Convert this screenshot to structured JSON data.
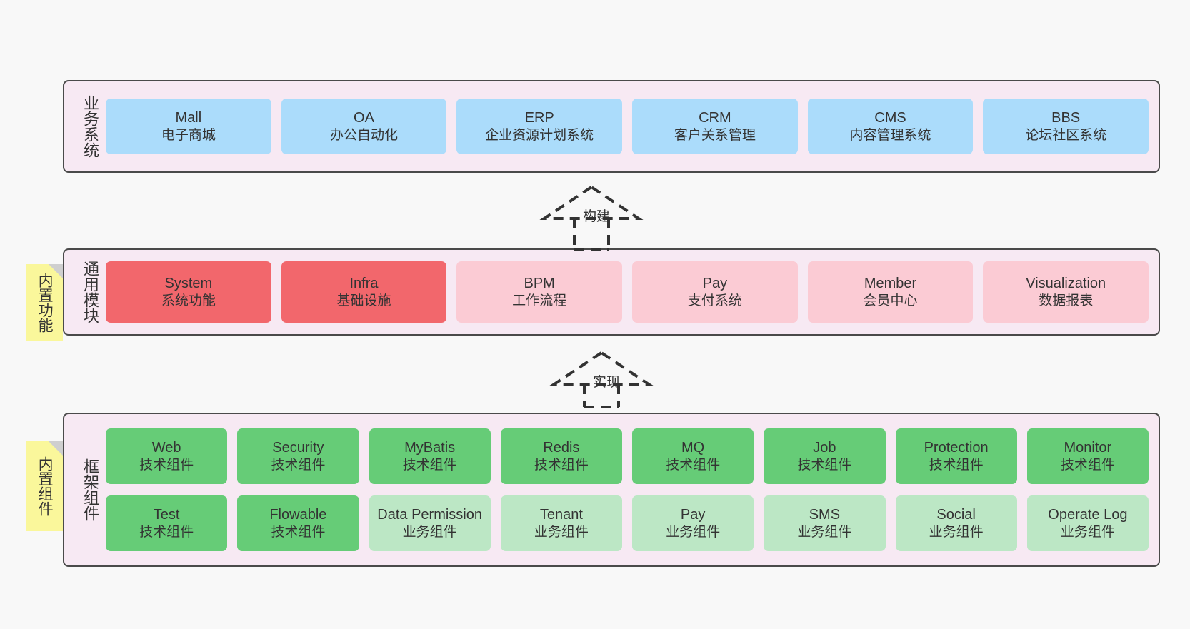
{
  "diagram": {
    "title": "Framework Architecture Layers",
    "colors": {
      "band_bg": "#F7E9F3",
      "band_border": "#4A4A4A",
      "blue": "#ABDCFB",
      "red_strong": "#F2676C",
      "red_soft": "#FBCBD4",
      "green_strong": "#66CC77",
      "green_soft": "#BCE7C5",
      "note_yellow": "#FAF79B",
      "note_fold": "#CFCFCF",
      "page_bg": "#F8F8F8",
      "text": "#333333"
    }
  },
  "sections": {
    "business": {
      "title": "业务系统",
      "cards": [
        {
          "name": "Mall",
          "desc": "电子商城"
        },
        {
          "name": "OA",
          "desc": "办公自动化"
        },
        {
          "name": "ERP",
          "desc": "企业资源计划系统"
        },
        {
          "name": "CRM",
          "desc": "客户关系管理"
        },
        {
          "name": "CMS",
          "desc": "内容管理系统"
        },
        {
          "name": "BBS",
          "desc": "论坛社区系统"
        }
      ]
    },
    "modules": {
      "title": "通用模块",
      "note": "内置功能",
      "cards": [
        {
          "name": "System",
          "desc": "系统功能",
          "tone": "red-strong"
        },
        {
          "name": "Infra",
          "desc": "基础设施",
          "tone": "red-strong"
        },
        {
          "name": "BPM",
          "desc": "工作流程",
          "tone": "red-soft"
        },
        {
          "name": "Pay",
          "desc": "支付系统",
          "tone": "red-soft"
        },
        {
          "name": "Member",
          "desc": "会员中心",
          "tone": "red-soft"
        },
        {
          "name": "Visualization",
          "desc": "数据报表",
          "tone": "red-soft"
        }
      ]
    },
    "framework": {
      "title": "框架组件",
      "note": "内置组件",
      "row1": [
        {
          "name": "Web",
          "desc": "技术组件",
          "tone": "green-strong"
        },
        {
          "name": "Security",
          "desc": "技术组件",
          "tone": "green-strong"
        },
        {
          "name": "MyBatis",
          "desc": "技术组件",
          "tone": "green-strong"
        },
        {
          "name": "Redis",
          "desc": "技术组件",
          "tone": "green-strong"
        },
        {
          "name": "MQ",
          "desc": "技术组件",
          "tone": "green-strong"
        },
        {
          "name": "Job",
          "desc": "技术组件",
          "tone": "green-strong"
        },
        {
          "name": "Protection",
          "desc": "技术组件",
          "tone": "green-strong"
        },
        {
          "name": "Monitor",
          "desc": "技术组件",
          "tone": "green-strong"
        }
      ],
      "row2": [
        {
          "name": "Test",
          "desc": "技术组件",
          "tone": "green-strong"
        },
        {
          "name": "Flowable",
          "desc": "技术组件",
          "tone": "green-strong"
        },
        {
          "name": "Data Permission",
          "desc": "业务组件",
          "tone": "green-soft"
        },
        {
          "name": "Tenant",
          "desc": "业务组件",
          "tone": "green-soft"
        },
        {
          "name": "Pay",
          "desc": "业务组件",
          "tone": "green-soft"
        },
        {
          "name": "SMS",
          "desc": "业务组件",
          "tone": "green-soft"
        },
        {
          "name": "Social",
          "desc": "业务组件",
          "tone": "green-soft"
        },
        {
          "name": "Operate Log",
          "desc": "业务组件",
          "tone": "green-soft"
        }
      ]
    }
  },
  "connectors": [
    {
      "label": "构建",
      "icon": "generalization-arrow-up-icon"
    },
    {
      "label": "实现",
      "icon": "generalization-arrow-up-icon"
    }
  ]
}
